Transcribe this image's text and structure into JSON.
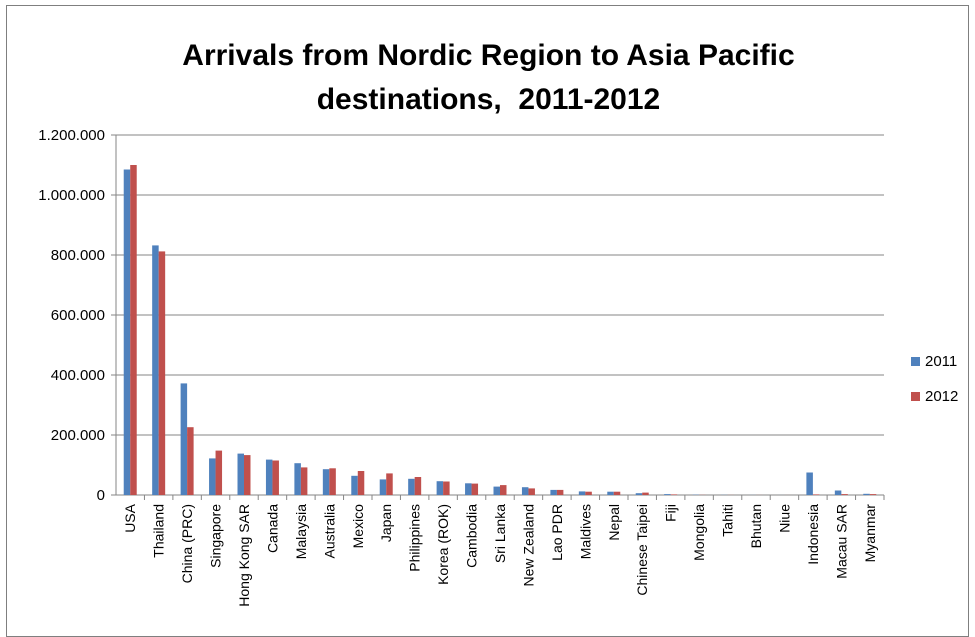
{
  "chart_data": {
    "type": "bar",
    "title": [
      "Arrivals from Nordic Region to Asia Pacific",
      "destinations,  2011-2012"
    ],
    "xlabel": "",
    "ylabel": "",
    "ylim": [
      0,
      1200000
    ],
    "yticks": [
      0,
      200000,
      400000,
      600000,
      800000,
      1000000,
      1200000
    ],
    "ytick_labels": [
      "0",
      "200.000",
      "400.000",
      "600.000",
      "800.000",
      "1.000.000",
      "1.200.000"
    ],
    "grid": true,
    "legend_position": "right",
    "categories": [
      "USA",
      "Thailand",
      "China (PRC)",
      "Singapore",
      "Hong Kong SAR",
      "Canada",
      "Malaysia",
      "Australia",
      "Mexico",
      "Japan",
      "Philippines",
      "Korea (ROK)",
      "Cambodia",
      "Sri Lanka",
      "New Zealand",
      "Lao PDR",
      "Maldives",
      "Nepal",
      "Chinese Taipei",
      "Fiji",
      "Mongolia",
      "Tahiti",
      "Bhutan",
      "Niue",
      "Indonesia",
      "Macau SAR",
      "Myanmar"
    ],
    "series": [
      {
        "name": "2011",
        "color": "#4f81bd",
        "values": [
          1085000,
          832000,
          372000,
          122000,
          138000,
          118000,
          106000,
          86000,
          64000,
          52000,
          54000,
          46000,
          39000,
          28000,
          26000,
          17000,
          12000,
          11000,
          6000,
          3000,
          1000,
          500,
          300,
          100,
          75000,
          15000,
          4000
        ]
      },
      {
        "name": "2012",
        "color": "#c0504d",
        "values": [
          1100000,
          812000,
          226000,
          148000,
          133000,
          115000,
          92000,
          89000,
          80000,
          72000,
          60000,
          45000,
          38000,
          33000,
          22000,
          17000,
          11000,
          11000,
          8000,
          2000,
          500,
          300,
          200,
          100,
          2000,
          3000,
          3000
        ]
      }
    ]
  }
}
